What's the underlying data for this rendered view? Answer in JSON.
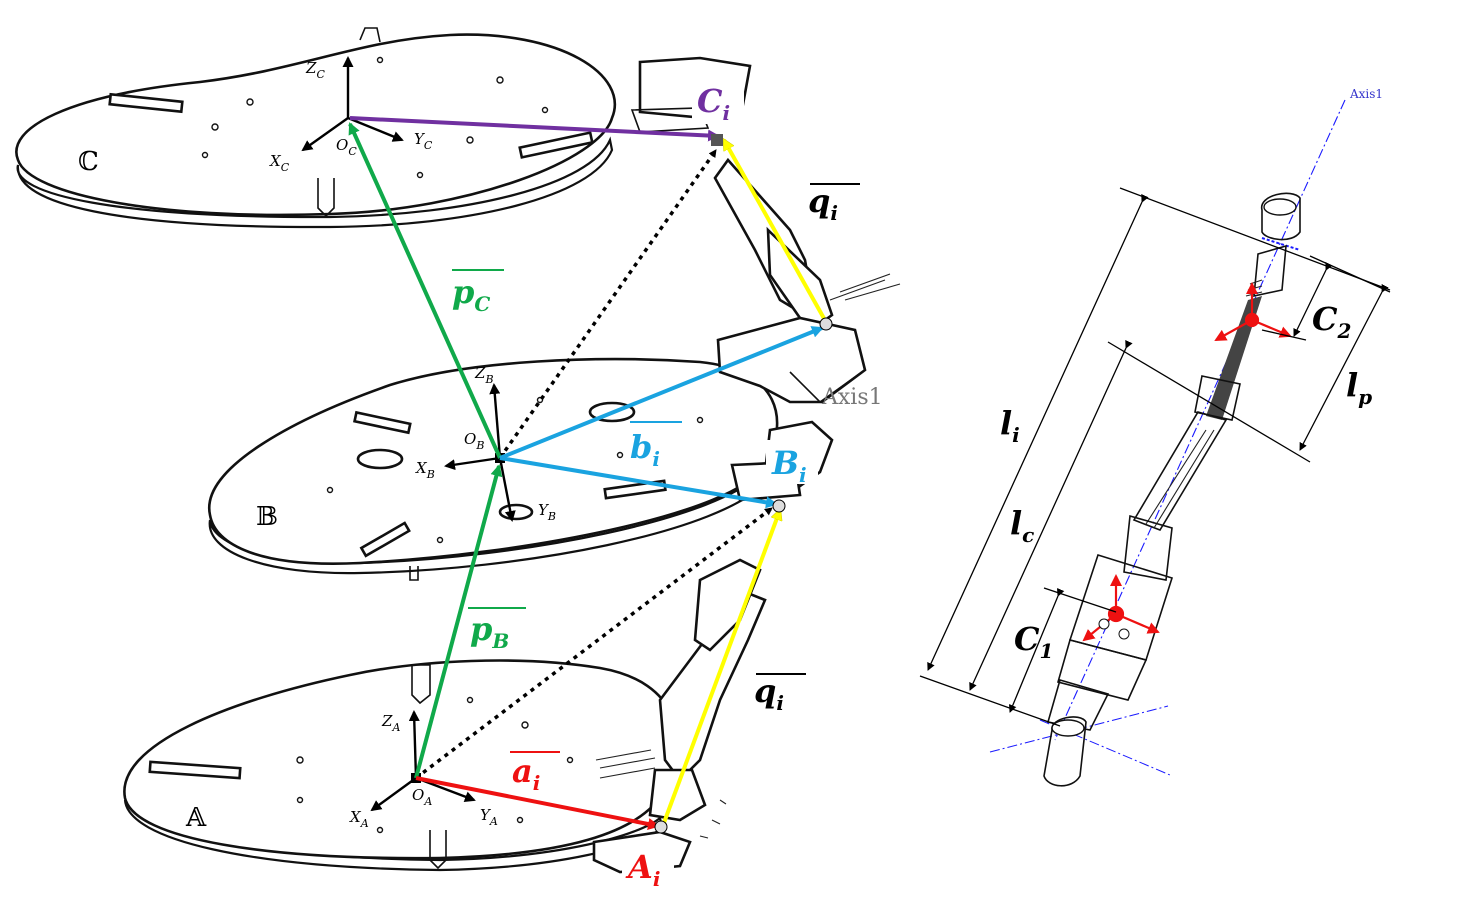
{
  "colors": {
    "green": "#10a94a",
    "blue": "#1aa3e0",
    "red": "#ee1111",
    "purple": "#7030a0",
    "yellow": "#ffff00",
    "axis_blue": "#1a1aff"
  },
  "platforms": {
    "A": "𝔸",
    "B": "𝔹",
    "C": "ℂ"
  },
  "frames": {
    "A": {
      "Z": "Z",
      "X": "X",
      "Y": "Y",
      "O": "O",
      "sub": "A"
    },
    "B": {
      "Z": "Z",
      "X": "X",
      "Y": "Y",
      "O": "O",
      "sub": "B"
    },
    "C": {
      "Z": "Z",
      "X": "X",
      "Y": "Y",
      "O": "O",
      "sub": "C"
    }
  },
  "vectors": {
    "pC": {
      "base": "p",
      "sub": "C"
    },
    "pB": {
      "base": "p",
      "sub": "B"
    },
    "bi": {
      "base": "b",
      "sub": "i"
    },
    "ai": {
      "base": "a",
      "sub": "i"
    },
    "qi_top": {
      "base": "q",
      "sub": "i"
    },
    "qi_bottom": {
      "base": "q",
      "sub": "i"
    }
  },
  "points": {
    "Ai": {
      "base": "A",
      "sub": "i"
    },
    "Bi": {
      "base": "B",
      "sub": "i"
    },
    "Ci": {
      "base": "C",
      "sub": "i"
    }
  },
  "axis_labels": {
    "main": "Axis1",
    "detail": "Axis1"
  },
  "dimensions": {
    "li": {
      "base": "l",
      "sub": "i"
    },
    "lc": {
      "base": "l",
      "sub": "c"
    },
    "lp": {
      "base": "l",
      "sub": "p"
    },
    "c1": {
      "base": "C",
      "sub": "1"
    },
    "c2": {
      "base": "C",
      "sub": "2"
    }
  }
}
